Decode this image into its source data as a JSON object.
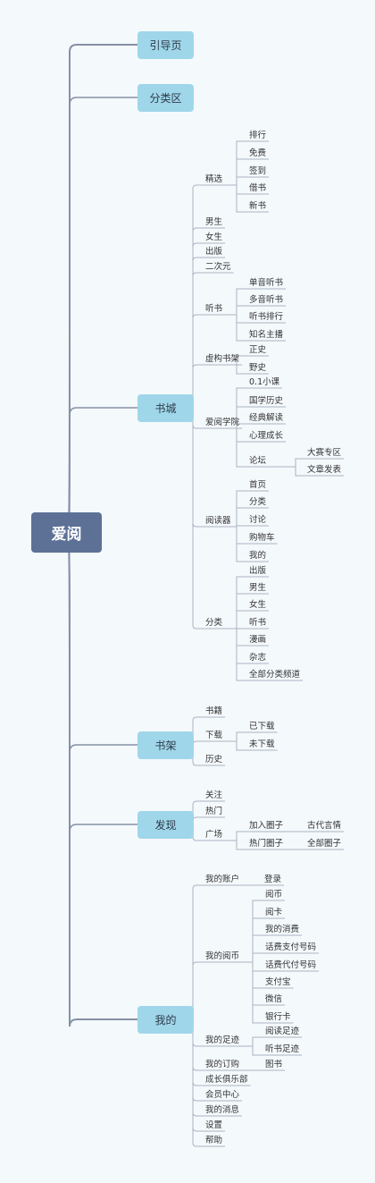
{
  "root": "爱阅",
  "branches": [
    {
      "label": "引导页",
      "children": []
    },
    {
      "label": "分类区",
      "children": []
    },
    {
      "label": "书城",
      "children": [
        {
          "label": "精选",
          "children": [
            {
              "label": "排行"
            },
            {
              "label": "免费"
            },
            {
              "label": "签到"
            },
            {
              "label": "借书"
            },
            {
              "label": "新书"
            }
          ]
        },
        {
          "label": "男生"
        },
        {
          "label": "女生"
        },
        {
          "label": "出版"
        },
        {
          "label": "二次元"
        },
        {
          "label": "听书",
          "children": [
            {
              "label": "单音听书"
            },
            {
              "label": "多音听书"
            },
            {
              "label": "听书排行"
            },
            {
              "label": "知名主播"
            }
          ]
        },
        {
          "label": "虚构书架",
          "children": [
            {
              "label": "正史"
            },
            {
              "label": "野史"
            }
          ]
        },
        {
          "label": "爱阅学院",
          "children": [
            {
              "label": "0.1小课"
            },
            {
              "label": "国学历史"
            },
            {
              "label": "经典解读"
            },
            {
              "label": "心理成长"
            },
            {
              "label": "论坛",
              "children": [
                {
                  "label": "大赛专区"
                },
                {
                  "label": "文章发表"
                }
              ]
            }
          ]
        },
        {
          "label": "阅读器",
          "children": [
            {
              "label": "首页"
            },
            {
              "label": "分类"
            },
            {
              "label": "讨论"
            },
            {
              "label": "购物车"
            },
            {
              "label": "我的"
            }
          ]
        },
        {
          "label": "分类",
          "children": [
            {
              "label": "出版"
            },
            {
              "label": "男生"
            },
            {
              "label": "女生"
            },
            {
              "label": "听书"
            },
            {
              "label": "漫画"
            },
            {
              "label": "杂志"
            },
            {
              "label": "全部分类频道"
            }
          ]
        }
      ]
    },
    {
      "label": "书架",
      "children": [
        {
          "label": "书籍"
        },
        {
          "label": "下载",
          "children": [
            {
              "label": "已下载"
            },
            {
              "label": "未下载"
            }
          ]
        },
        {
          "label": "历史"
        }
      ]
    },
    {
      "label": "发现",
      "children": [
        {
          "label": "关注"
        },
        {
          "label": "热门"
        },
        {
          "label": "广场",
          "children": [
            {
              "label": "加入圈子",
              "children": [
                {
                  "label": "古代言情"
                }
              ]
            },
            {
              "label": "热门圈子",
              "children": [
                {
                  "label": "全部圈子"
                }
              ]
            }
          ]
        }
      ]
    },
    {
      "label": "我的",
      "children": [
        {
          "label": "我的账户",
          "children": [
            {
              "label": "登录"
            }
          ]
        },
        {
          "label": "我的阅币",
          "children": [
            {
              "label": "阅币"
            },
            {
              "label": "阅卡"
            },
            {
              "label": "我的消费"
            },
            {
              "label": "话费支付号码"
            },
            {
              "label": "话费代付号码"
            },
            {
              "label": "支付宝"
            },
            {
              "label": "微信"
            },
            {
              "label": "银行卡"
            }
          ]
        },
        {
          "label": "我的足迹",
          "children": [
            {
              "label": "阅读足迹"
            },
            {
              "label": "听书足迹"
            }
          ]
        },
        {
          "label": "我的订购",
          "children": [
            {
              "label": "图书"
            }
          ]
        },
        {
          "label": "成长俱乐部"
        },
        {
          "label": "会员中心"
        },
        {
          "label": "我的消息"
        },
        {
          "label": "设置"
        },
        {
          "label": "帮助"
        }
      ]
    }
  ],
  "colors": {
    "root": "#5d7197",
    "branch_box": "#9fd6ea",
    "trunk": "#8591a6",
    "line": "#aab3c0",
    "background": "#f4f9fc"
  }
}
